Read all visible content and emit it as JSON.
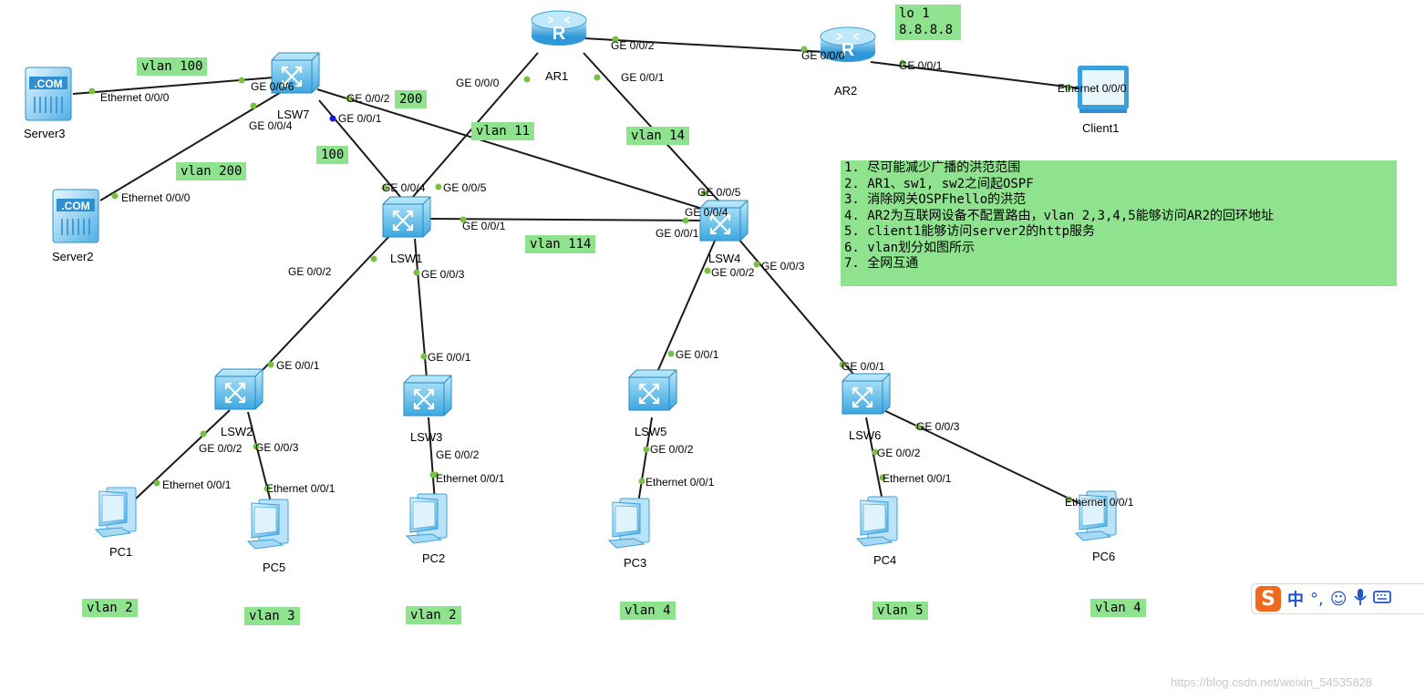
{
  "devices": {
    "AR1": "AR1",
    "AR2": "AR2",
    "Client1": "Client1",
    "Server3": "Server3",
    "Server2": "Server2",
    "LSW7": "LSW7",
    "LSW1": "LSW1",
    "LSW4": "LSW4",
    "LSW2": "LSW2",
    "LSW3": "LSW3",
    "LSW5": "LSW5",
    "LSW6": "LSW6",
    "PC1": "PC1",
    "PC5": "PC5",
    "PC2": "PC2",
    "PC3": "PC3",
    "PC4": "PC4",
    "PC6": "PC6"
  },
  "ports": {
    "ar1_ge002": "GE 0/0/2",
    "ar2_ge000": "GE 0/0/0",
    "ar2_ge001": "GE 0/0/1",
    "client1_eth": "Ethernet 0/0/0",
    "ar1_ge000": "GE 0/0/0",
    "ar1_ge001": "GE 0/0/1",
    "server3_eth": "Ethernet 0/0/0",
    "lsw7_ge006": "GE 0/0/6",
    "lsw7_ge002": "GE 0/0/2",
    "lsw7_ge001": "GE 0/0/1",
    "lsw7_ge004": "GE 0/0/4",
    "server2_eth": "Ethernet 0/0/0",
    "lsw1_ge004": "GE 0/0/4",
    "lsw1_ge005": "GE 0/0/5",
    "lsw1_ge001": "GE 0/0/1",
    "lsw1_ge002": "GE 0/0/2",
    "lsw1_ge003": "GE 0/0/3",
    "lsw4_ge005": "GE 0/0/5",
    "lsw4_ge004": "GE 0/0/4",
    "lsw4_ge001": "GE 0/0/1",
    "lsw4_ge002": "GE 0/0/2",
    "lsw4_ge003": "GE 0/0/3",
    "lsw2_ge001": "GE 0/0/1",
    "lsw2_ge002": "GE 0/0/2",
    "lsw2_ge003": "GE 0/0/3",
    "lsw3_ge001": "GE 0/0/1",
    "lsw3_ge002": "GE 0/0/2",
    "lsw5_ge001": "GE 0/0/1",
    "lsw5_ge002": "GE 0/0/2",
    "lsw6_ge001": "GE 0/0/1",
    "lsw6_ge002": "GE 0/0/2",
    "lsw6_ge003": "GE 0/0/3",
    "pc1_eth": "Ethernet 0/0/1",
    "pc5_eth": "Ethernet 0/0/1",
    "pc2_eth": "Ethernet 0/0/1",
    "pc3_eth": "Ethernet 0/0/1",
    "pc4_eth": "Ethernet 0/0/1",
    "pc6_eth": "Ethernet 0/0/1"
  },
  "tags": {
    "vlan100": "vlan 100",
    "vlan200_srv": "vlan 200",
    "p200": "200",
    "p100": "100",
    "vlan11": "vlan 11",
    "vlan14": "vlan 14",
    "vlan114": "vlan 114",
    "pc1": "vlan 2",
    "pc5": "vlan 3",
    "pc2": "vlan 2",
    "pc3": "vlan 4",
    "pc4": "vlan 5",
    "pc6": "vlan 4"
  },
  "loopback": {
    "line1": "lo 1",
    "line2": "8.8.8.8"
  },
  "notes": [
    "1. 尽可能减少广播的洪范范围",
    "2. AR1、sw1, sw2之间起OSPF",
    "3. 消除网关OSPFhello的洪范",
    "4. AR2为互联网设备不配置路由，vlan 2,3,4,5能够访问AR2的回环地址",
    "5. client1能够访问server2的http服务",
    "6. vlan划分如图所示",
    "7. 全网互通"
  ],
  "ime": {
    "logo": "S",
    "lang": "中"
  },
  "watermark": "https://blog.csdn.net/weixin_54535828",
  "colors": {
    "tag_bg": "#8fe38f",
    "port_dot": "#7ac143",
    "device_blue": "#4aa8e0"
  }
}
